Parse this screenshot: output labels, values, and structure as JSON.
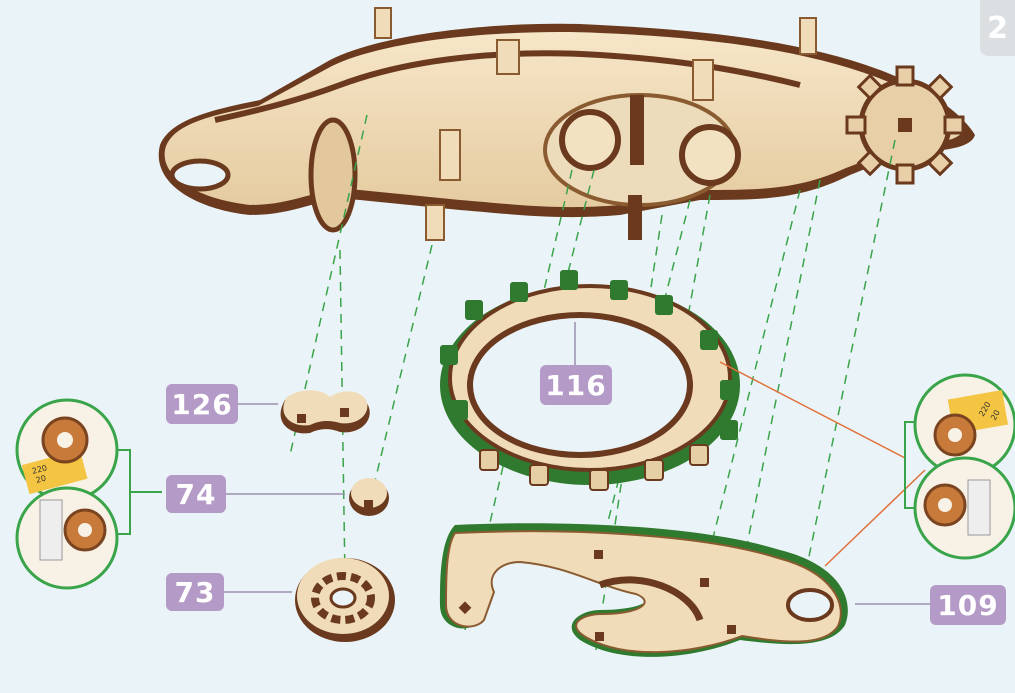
{
  "step": {
    "number": "2"
  },
  "parts": {
    "p126": "126",
    "p116": "116",
    "p74": "74",
    "p73": "73",
    "p109": "109"
  },
  "insets": {
    "left_top_card": "220",
    "left_top_card_back": "20",
    "right_top_card": "220",
    "right_top_card_back": "20"
  },
  "colors": {
    "background": "#eaf4f8",
    "plywood": "#f0dcb8",
    "plywood_edge": "#6b3a1e",
    "green_edge": "#2f7a2f",
    "label_bg": "#b49ac6",
    "guide_line": "#3aa44a",
    "inset_ring": "#3aa44a",
    "pointer_line": "#e0703a"
  }
}
